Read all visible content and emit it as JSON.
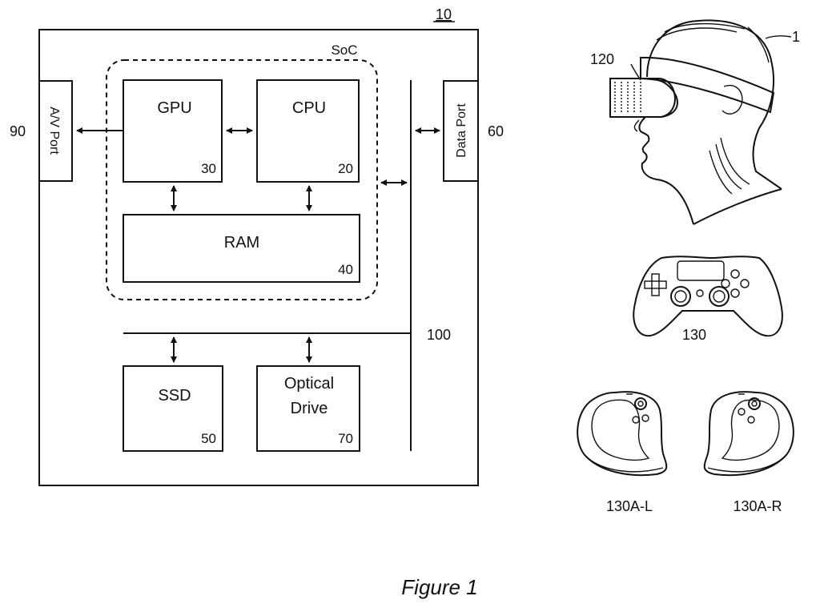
{
  "console": {
    "ref": "10"
  },
  "soc": {
    "label": "SoC"
  },
  "blocks": {
    "gpu": {
      "label": "GPU",
      "ref": "30"
    },
    "cpu": {
      "label": "CPU",
      "ref": "20"
    },
    "ram": {
      "label": "RAM",
      "ref": "40"
    },
    "ssd": {
      "label": "SSD",
      "ref": "50"
    },
    "optical": {
      "label_line1": "Optical",
      "label_line2": "Drive",
      "ref": "70"
    }
  },
  "ports": {
    "av": {
      "label": "A/V Port",
      "ref": "90"
    },
    "data": {
      "label": "Data Port",
      "ref": "60"
    }
  },
  "bus": {
    "ref": "100"
  },
  "peripherals": {
    "user": {
      "ref": "1"
    },
    "hmd": {
      "ref": "120"
    },
    "controller": {
      "ref": "130"
    },
    "left_controller": {
      "ref": "130A-L"
    },
    "right_controller": {
      "ref": "130A-R"
    }
  },
  "caption": "Figure 1"
}
